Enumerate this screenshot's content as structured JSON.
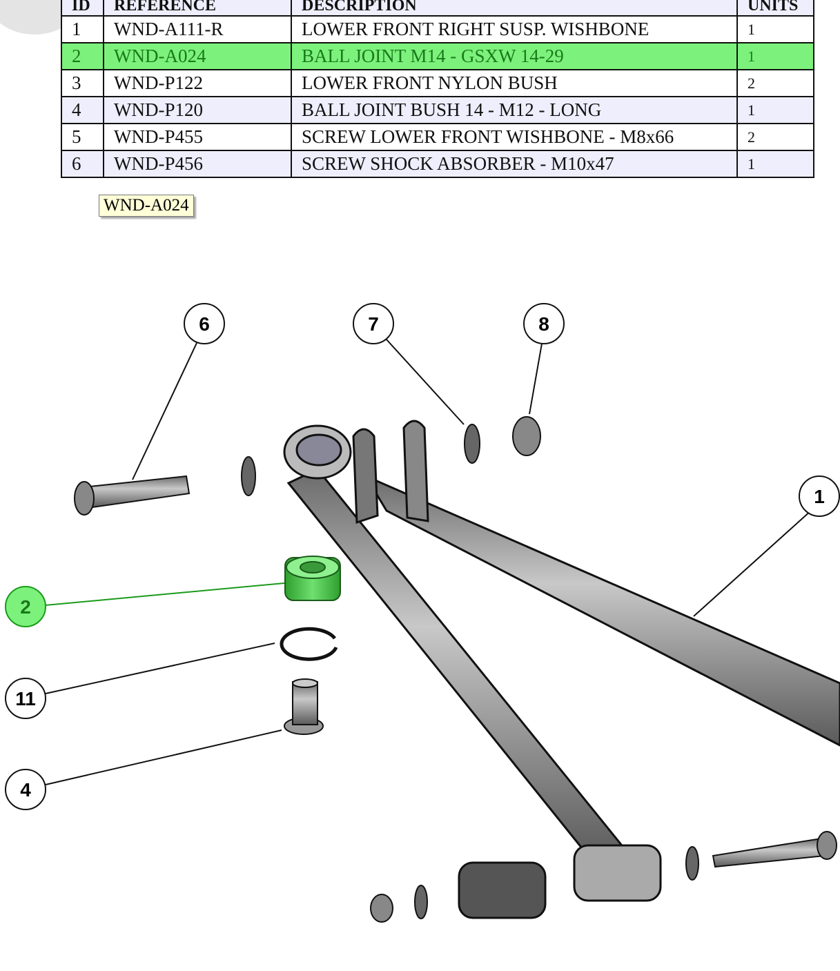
{
  "table": {
    "headers": [
      "ID",
      "REFERENCE",
      "DESCRIPTION",
      "UNITS"
    ],
    "rows": [
      {
        "id": "1",
        "ref": "WND-A111-R",
        "desc": "LOWER FRONT RIGHT SUSP. WISHBONE",
        "units": "1"
      },
      {
        "id": "2",
        "ref": "WND-A024",
        "desc": "BALL JOINT M14 - GSXW 14-29",
        "units": "1",
        "selected": true
      },
      {
        "id": "3",
        "ref": "WND-P122",
        "desc": "LOWER FRONT NYLON BUSH",
        "units": "2"
      },
      {
        "id": "4",
        "ref": "WND-P120",
        "desc": "BALL JOINT BUSH 14 - M12 - LONG",
        "units": "1"
      },
      {
        "id": "5",
        "ref": "WND-P455",
        "desc": "SCREW LOWER FRONT WISHBONE - M8x66",
        "units": "2"
      },
      {
        "id": "6",
        "ref": "WND-P456",
        "desc": "SCREW SHOCK ABSORBER - M10x47",
        "units": "1"
      }
    ]
  },
  "tooltip": "WND-A024",
  "callouts": {
    "c6": "6",
    "c7": "7",
    "c8": "8",
    "c1": "1",
    "c2": "2",
    "c11": "11",
    "c4": "4"
  },
  "colors": {
    "highlight": "#7cf27c",
    "selected_part": "#4cc84c"
  }
}
